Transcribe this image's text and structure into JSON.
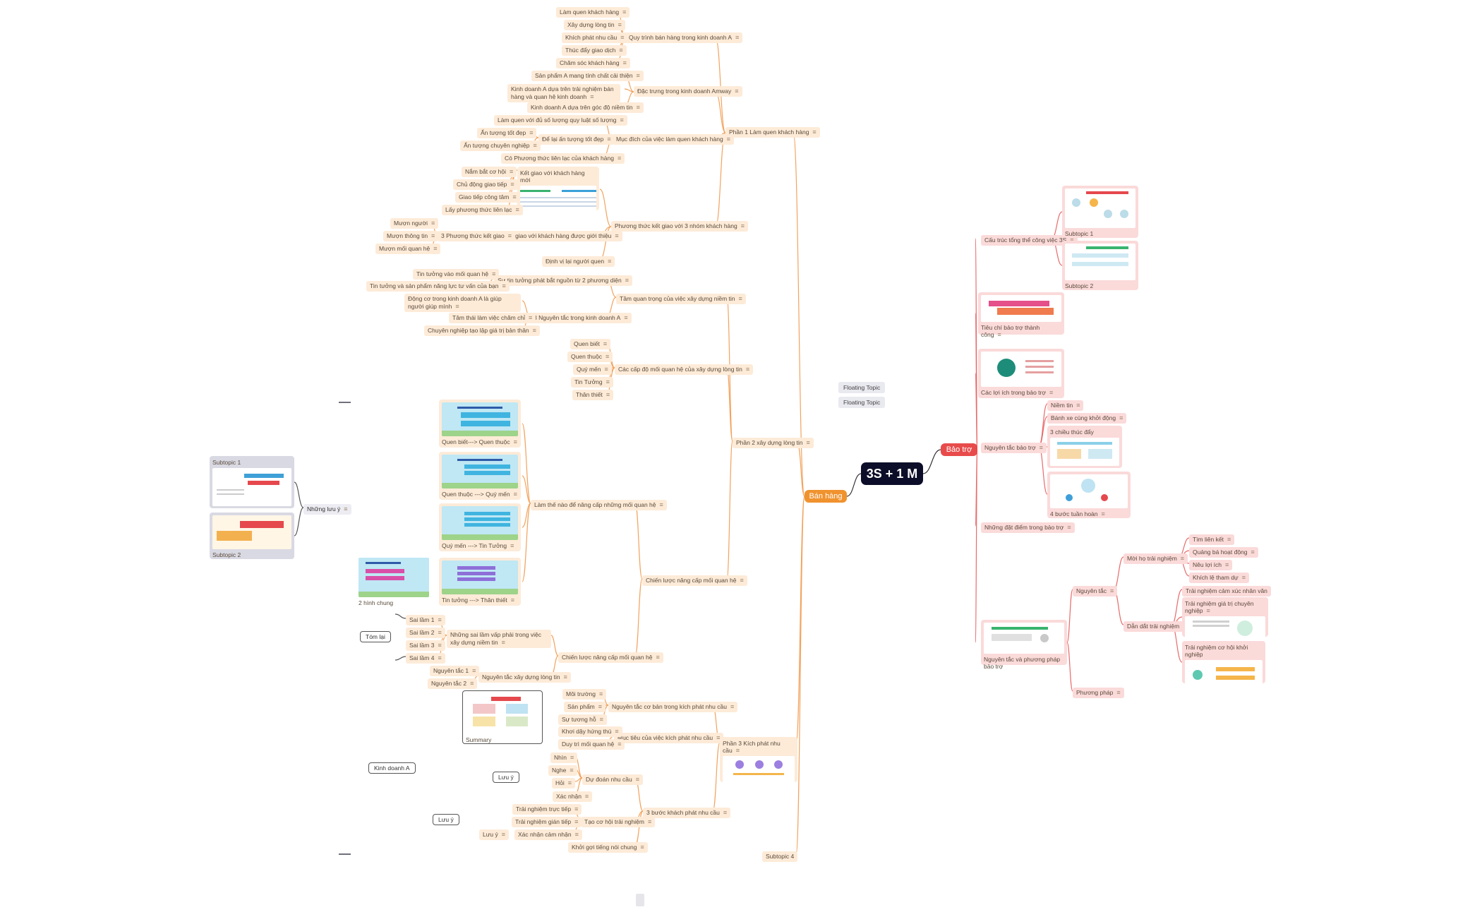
{
  "root": {
    "title": "3S + 1 M"
  },
  "branches": {
    "sales": "Bán hàng",
    "sponsor": "Bảo trợ"
  },
  "floating": [
    "Floating Topic",
    "Floating Topic"
  ],
  "sales": {
    "part1": {
      "label": "Phần 1 Làm quen khách hàng",
      "process": {
        "label": "Quy trình bán hàng trong kinh doanh A",
        "items": [
          "Làm quen khách hàng",
          "Xây dựng lòng tin",
          "Khích phát nhu cầu",
          "Thúc đẩy giao dịch",
          "Chăm sóc khách hàng"
        ]
      },
      "features": {
        "label": "Đặc trưng trong kinh doanh Amway",
        "items": [
          "Sản phẩm A mang tính chất cải thiện",
          "Kinh doanh A dựa trên trải nghiệm bán hàng và quan hệ kinh doanh",
          "Kinh doanh A dựa trên góc độ niềm tin"
        ]
      },
      "purpose": {
        "label": "Mục đích của việc làm quen khách hàng",
        "item1": "Làm quen với đủ số lượng quy luật số lượng",
        "impression": {
          "label": "Để lại ấn tượng tốt đẹp",
          "items": [
            "Ấn tượng tốt đẹp",
            "Ấn tượng chuyên nghiệp"
          ]
        },
        "item3": "Có Phương thức liên lạc của khách hàng"
      },
      "methods": {
        "label": "Phương thức kết giao với 3 nhóm khách hàng",
        "new_card": "Kết giao với khách hàng mới",
        "new_items": [
          "Nắm bắt cơ hội",
          "Chủ động giao tiếp",
          "Giao tiếp công tâm",
          "Lấy phương thức liên lạc"
        ],
        "referred": {
          "label": "Kết giao với khách hàng được giới thiệu",
          "sub": {
            "label": "3 Phương thức kết giao",
            "items": [
              "Mượn người",
              "Mượn thông tin",
              "Mượn mối quan hệ"
            ]
          }
        },
        "item3": "Định vị lại người quen"
      }
    },
    "part2": {
      "label": "Phần 2 xây dựng lòng tin",
      "importance": {
        "label": "Tầm quan trọng của việc xây dựng niềm tin",
        "source": {
          "label": "Sự tin tưởng phát bắt nguồn từ 2 phương diện",
          "items": [
            "Tin tưởng vào mối quan hệ",
            "Tin tưởng và sản phẩm năng lực tư vấn của bạn"
          ]
        },
        "principles": {
          "label": "3 Nguyên tắc trong kinh doanh A",
          "items": [
            "Động cơ trong kinh doanh A là giúp người giúp mình",
            "Tâm thái làm việc chăm chỉ",
            "Chuyên nghiệp tạo lập giá trị bản thân"
          ]
        }
      },
      "levels": {
        "label": "Các cấp độ mối quan hệ của xây dựng lòng tin",
        "items": [
          "Quen biết",
          "Quen thuộc",
          "Quý mến",
          "Tin Tưởng",
          "Thân thiết"
        ]
      },
      "strategy": {
        "label": "Chiến lược nâng cấp mối quan hệ",
        "upgrade": {
          "label": "Làm thế nào để nâng cấp những mối quan hệ",
          "cards": [
            "Quen biết---> Quen thuộc",
            "Quen thuộc ---> Quý mến",
            "Quý mến ---> Tin Tưởng",
            "Tin tưởng ---> Thân thiết"
          ]
        },
        "notes_label": "Những lưu ý",
        "notes_subtopics": [
          "Subtopic 1",
          "Subtopic 2"
        ],
        "general": "2 hình chung",
        "strategy2": {
          "label": "Chiến lược nâng cấp mối quan hệ",
          "mistakes": {
            "label": "Những sai lầm vấp phải trong việc xây dựng niềm tin",
            "items": [
              "Sai lầm 1",
              "Sai lầm 2",
              "Sai lầm 3",
              "Sai lầm 4"
            ],
            "summary": "Tóm lại"
          },
          "rules": {
            "label": "Nguyên tắc xây dựng lòng tin",
            "items": [
              "Nguyên tắc 1",
              "Nguyên tắc 2"
            ]
          }
        }
      }
    },
    "part3": {
      "label": "Phần 3 Kích phát nhu cầu",
      "basic": {
        "label": "Nguyên tắc cơ bản trong kích phát nhu cầu",
        "items": [
          "Môi trường",
          "Sản phẩm",
          "Sự tương hỗ"
        ],
        "summary": "Summary"
      },
      "goal": {
        "label": "Mục tiêu của việc kích phát nhu cầu",
        "items": [
          "Khơi dậy hứng thú",
          "Duy trì mối quan hệ"
        ]
      },
      "steps": {
        "label": "3 bước khách phát nhu cầu",
        "predict": {
          "label": "Dự đoán nhu cầu",
          "items": [
            "Nhìn",
            "Nghe",
            "Hỏi",
            "Xác nhận"
          ],
          "note": "Lưu ý"
        },
        "experience": {
          "label": "Tạo cơ hội trải nghiệm",
          "items": [
            "Trải nghiệm trực tiếp",
            "Trải nghiệm gián tiếp",
            "Xác nhận cảm nhận"
          ],
          "note": "Lưu ý"
        },
        "item3": "Khởi gợi tiếng nói chung"
      },
      "business": "Kinh doanh A",
      "note2": "Lưu ý"
    },
    "subtopic4": "Subtopic 4"
  },
  "sponsor": {
    "structure": {
      "label": "Cấu trúc tổng thể công việc 3S",
      "cards": [
        "Subtopic 1",
        "Subtopic 2"
      ]
    },
    "criteria": "Tiêu chí bảo trợ thành công",
    "benefits": "Các lợi ích trong bảo trợ",
    "principles": {
      "label": "Nguyên tắc bảo trợ",
      "items": [
        "Niềm tin",
        "Bánh xe cùng khởi động"
      ],
      "cards": [
        "3 chiều thúc đẩy",
        "4 bước tuần hoàn"
      ]
    },
    "traits": "Những đặt điểm trong bảo trợ",
    "methods": {
      "label": "Nguyên tắc và phương pháp bảo trợ",
      "rules": {
        "label": "Nguyên tắc",
        "invite": {
          "label": "Mời họ trải nghiệm",
          "items": [
            "Tìm liên kết",
            "Quảng bá hoạt động",
            "Nêu lợi ích",
            "Khích lệ tham dự"
          ]
        },
        "guide": {
          "label": "Dẫn dắt trải nghiệm",
          "items": [
            "Trải nghiệm cảm xúc nhân văn",
            "Trải nghiệm giá trị chuyên nghiệp",
            "Trải nghiệm cơ hội khởi nghiệp"
          ]
        }
      },
      "method": "Phương pháp"
    }
  },
  "colors": {
    "root": "#0c0d28",
    "sales": "#f0922e",
    "sponsor": "#e84b4b",
    "peach": "#fdebd8",
    "pink": "#fbdada",
    "line_orange": "#f2a35e",
    "line_red": "#e86b6b"
  }
}
